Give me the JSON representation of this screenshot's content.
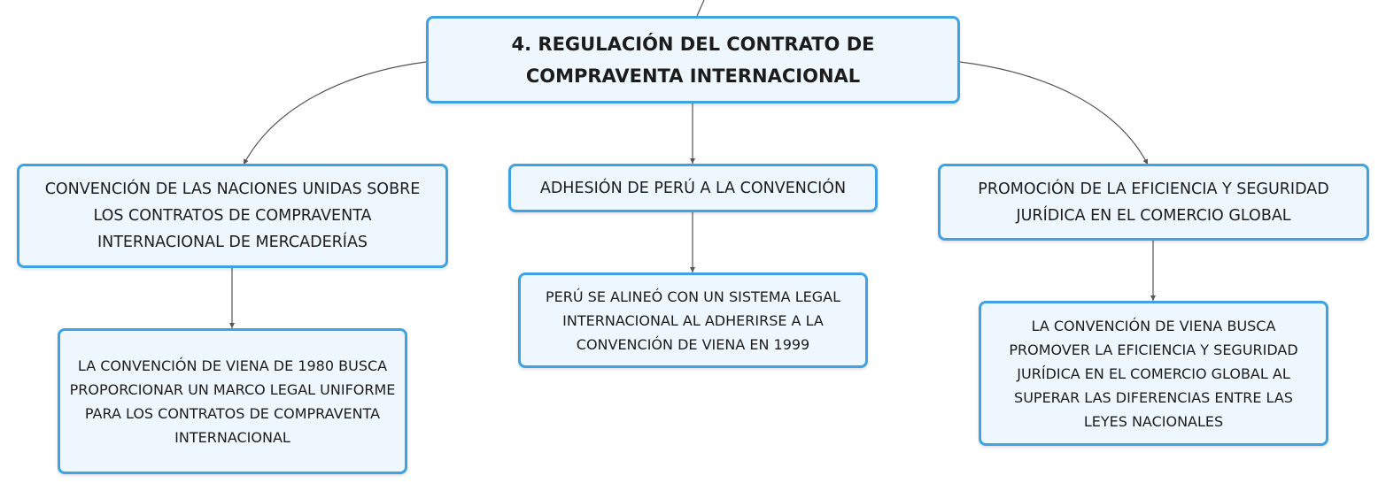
{
  "diagram": {
    "root": {
      "title": "4. REGULACIÓN DEL CONTRATO DE COMPRAVENTA INTERNACIONAL"
    },
    "branches": [
      {
        "title": "CONVENCIÓN DE LAS NACIONES UNIDAS SOBRE LOS CONTRATOS DE COMPRAVENTA INTERNACIONAL DE MERCADERÍAS",
        "detail": "LA CONVENCIÓN DE VIENA DE 1980 BUSCA PROPORCIONAR UN MARCO LEGAL UNIFORME PARA LOS CONTRATOS DE COMPRAVENTA INTERNACIONAL"
      },
      {
        "title": "ADHESIÓN DE PERÚ A LA CONVENCIÓN",
        "detail": "PERÚ SE ALINEÓ CON UN SISTEMA LEGAL INTERNACIONAL AL ADHERIRSE A LA CONVENCIÓN DE VIENA EN 1999"
      },
      {
        "title": "PROMOCIÓN DE LA EFICIENCIA Y SEGURIDAD JURÍDICA EN EL COMERCIO GLOBAL",
        "detail": "LA CONVENCIÓN DE VIENA BUSCA PROMOVER LA EFICIENCIA Y SEGURIDAD JURÍDICA EN EL COMERCIO GLOBAL AL SUPERAR LAS DIFERENCIAS ENTRE LAS LEYES NACIONALES"
      }
    ]
  },
  "colors": {
    "node_border": "#3fa3e3",
    "node_fill": "#eef7fd",
    "connector": "#555555",
    "text": "#1c1c1c"
  }
}
